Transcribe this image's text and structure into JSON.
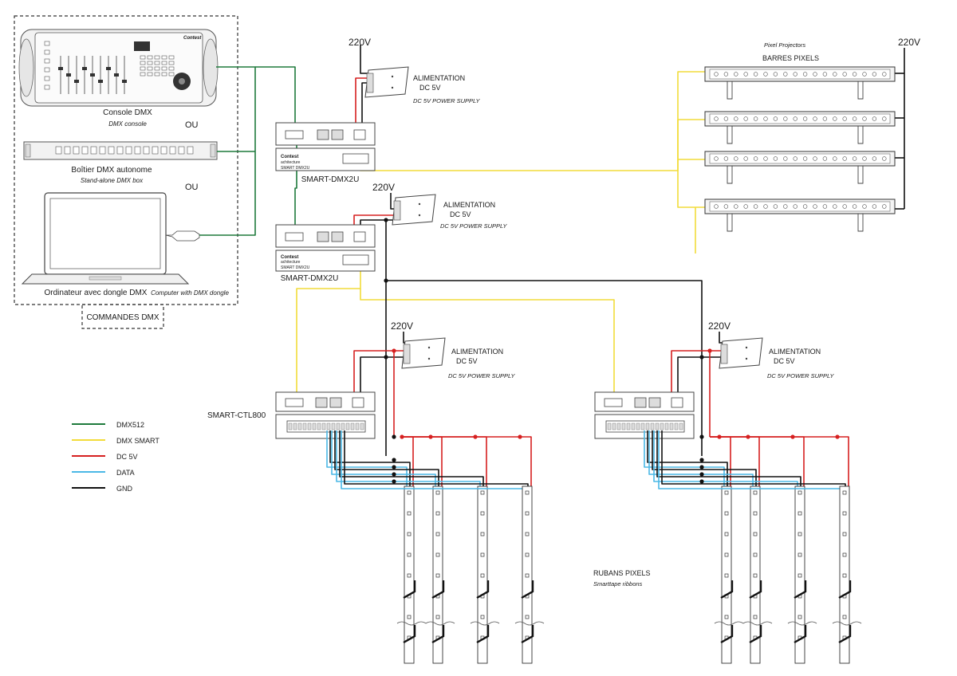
{
  "colors": {
    "dmx512": "#1e7a3c",
    "dmx_smart": "#f2dc3a",
    "dc5v": "#d62020",
    "data": "#4bb8e6",
    "gnd": "#111111"
  },
  "sources": {
    "console_label": "Console DMX",
    "console_sub": "DMX console",
    "or_1": "OU",
    "box_label": "Boîtier DMX autonome",
    "box_sub": "Stand-alone DMX box",
    "or_2": "OU",
    "computer_label": "Ordinateur avec dongle DMX",
    "computer_sub": "Computer with DMX dongle",
    "group_label": "COMMANDES DMX",
    "console_brand": "Contest"
  },
  "power": {
    "v1": "220V",
    "v2": "220V",
    "v3": "220V",
    "v4": "220V",
    "v5": "220V",
    "supply_label_1": "ALIMENTATION",
    "supply_v_1": "DC 5V",
    "supply_sub_1": "DC 5V POWER SUPPLY",
    "supply_label_2": "ALIMENTATION",
    "supply_v_2": "DC 5V",
    "supply_sub_2": "DC 5V POWER SUPPLY",
    "supply_label_3": "ALIMENTATION",
    "supply_v_3": "DC 5V",
    "supply_sub_3": "DC 5V POWER SUPPLY",
    "supply_label_4": "ALIMENTATION",
    "supply_v_4": "DC 5V",
    "supply_sub_4": "DC 5V POWER SUPPLY"
  },
  "modules": {
    "dmx2u_1": "SMART-DMX2U",
    "dmx2u_2": "SMART-DMX2U",
    "ctl800": "SMART-CTL800",
    "brand": "Contest",
    "brand_sub": "achitecture",
    "face_label_1": "SMART DMX2U",
    "face_label_2": "SMART DMX2U"
  },
  "pixels": {
    "projectors_sub": "Pixel Projectors",
    "bars_label": "BARRES PIXELS",
    "ribbons_label": "RUBANS PIXELS",
    "ribbons_sub": "Smarttape ribbons"
  },
  "legend": [
    {
      "key": "dmx512",
      "label": "DMX512"
    },
    {
      "key": "dmx_smart",
      "label": "DMX SMART"
    },
    {
      "key": "dc5v",
      "label": "DC 5V"
    },
    {
      "key": "data",
      "label": "DATA"
    },
    {
      "key": "gnd",
      "label": "GND"
    }
  ]
}
